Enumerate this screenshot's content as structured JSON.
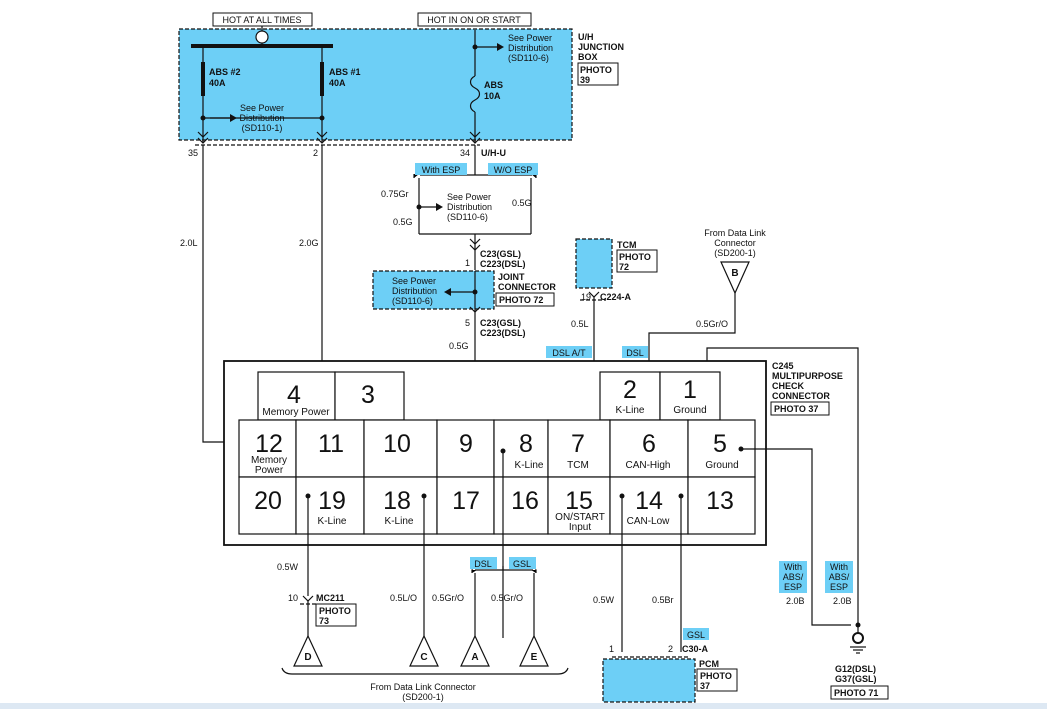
{
  "colors": {
    "accent": "#6dcff6",
    "line": "#111111"
  },
  "header": {
    "hot_at_all_times": "HOT AT ALL TIMES",
    "hot_in_on_or_start": "HOT IN ON OR START"
  },
  "junction_box": {
    "title": [
      "U/H",
      "JUNCTION",
      "BOX"
    ],
    "photo": "PHOTO",
    "photo_num": "39",
    "abs2": [
      "ABS #2",
      "40A"
    ],
    "abs1": [
      "ABS #1",
      "40A"
    ],
    "abs": [
      "ABS",
      "10A"
    ],
    "see_power_left": [
      "See Power",
      "Distribution",
      "(SD110-1)"
    ],
    "see_power_right": [
      "See Power",
      "Distribution",
      "(SD110-6)"
    ],
    "pin_35": "35",
    "pin_2": "2",
    "pin_34": "34",
    "uh_u": "U/H-U"
  },
  "esp": {
    "with_esp": "With ESP",
    "wo_esp": "W/O ESP",
    "wire_075gr": "0.75Gr",
    "wire_05g_left": "0.5G",
    "wire_05g_right": "0.5G",
    "see_power": [
      "See Power",
      "Distribution",
      "(SD110-6)"
    ],
    "pin_1": "1",
    "c23_gsl": "C23(GSL)",
    "c223_dsl": "C223(DSL)"
  },
  "joint_connector": {
    "see_power": [
      "See Power",
      "Distribution",
      "(SD110-6)"
    ],
    "title": [
      "JOINT",
      "CONNECTOR"
    ],
    "photo": "PHOTO 72",
    "pin_5": "5",
    "c23_gsl": "C23(GSL)",
    "c223_dsl": "C223(DSL)",
    "wire_05g": "0.5G"
  },
  "tcm": {
    "title": "TCM",
    "photo": "PHOTO",
    "photo_num": "72",
    "pin_19": "19",
    "c224a": "C224-A",
    "wire_05l": "0.5L"
  },
  "data_link_top": {
    "from": [
      "From Data Link",
      "Connector",
      "(SD200-1)"
    ],
    "terminal_b": "B",
    "wire_05gro": "0.5Gr/O"
  },
  "tags": {
    "dsl_at": "DSL A/T",
    "dsl": "DSL",
    "gsl": "GSL",
    "dsl_bottom": "DSL",
    "gsl_bottom": "GSL"
  },
  "wires_left": {
    "w20l": "2.0L",
    "w20g": "2.0G"
  },
  "c245": {
    "title": [
      "C245",
      "MULTIPURPOSE",
      "CHECK",
      "CONNECTOR"
    ],
    "photo": "PHOTO 37",
    "pins": {
      "p4": {
        "num": "4",
        "label": "Memory Power"
      },
      "p3": {
        "num": "3",
        "label": ""
      },
      "p2": {
        "num": "2",
        "label": "K-Line"
      },
      "p1": {
        "num": "1",
        "label": "Ground"
      },
      "p12": {
        "num": "12",
        "label1": "Memory",
        "label2": "Power"
      },
      "p11": {
        "num": "11"
      },
      "p10": {
        "num": "10"
      },
      "p9": {
        "num": "9"
      },
      "p8": {
        "num": "8",
        "label": "K-Line"
      },
      "p7": {
        "num": "7",
        "label": "TCM"
      },
      "p6": {
        "num": "6",
        "label": "CAN-High"
      },
      "p5": {
        "num": "5",
        "label": "Ground"
      },
      "p20": {
        "num": "20"
      },
      "p19": {
        "num": "19",
        "label": "K-Line"
      },
      "p18": {
        "num": "18",
        "label": "K-Line"
      },
      "p17": {
        "num": "17"
      },
      "p16": {
        "num": "16"
      },
      "p15": {
        "num": "15",
        "label1": "ON/START",
        "label2": "Input"
      },
      "p14": {
        "num": "14",
        "label": "CAN-Low"
      },
      "p13": {
        "num": "13"
      }
    }
  },
  "bottom": {
    "w05w_left": "0.5W",
    "pin_10": "10",
    "mc211": "MC211",
    "mc211_photo": [
      "PHOTO",
      "73"
    ],
    "w05lo": "0.5L/O",
    "w05gro_a": "0.5Gr/O",
    "w05gro_e": "0.5Gr/O",
    "terminals": {
      "d": "D",
      "c": "C",
      "a": "A",
      "e": "E"
    },
    "from_dlc": [
      "From Data Link Connector",
      "(SD200-1)"
    ],
    "w05w_right": "0.5W",
    "w05br": "0.5Br",
    "gsl_pcm": "GSL",
    "pin_1": "1",
    "pin_2": "2",
    "c30a": "C30-A",
    "pcm": "PCM",
    "pcm_photo": [
      "PHOTO",
      "37"
    ],
    "with_abs_esp_1": [
      "With",
      "ABS/",
      "ESP"
    ],
    "with_abs_esp_2": [
      "With",
      "ABS/",
      "ESP"
    ],
    "w20b_1": "2.0B",
    "w20b_2": "2.0B",
    "ground": [
      "G12(DSL)",
      "G37(GSL)"
    ],
    "ground_photo": "PHOTO 71"
  }
}
